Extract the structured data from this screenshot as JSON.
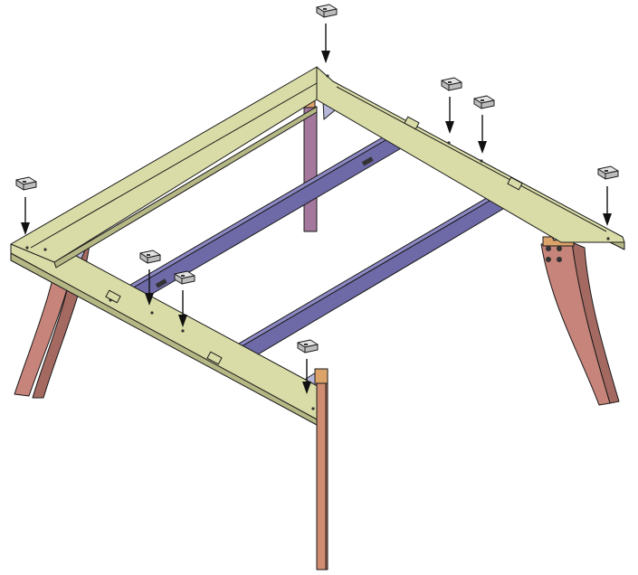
{
  "diagram": {
    "kind": "exploded assembly view",
    "colors": {
      "frame": "#d9dca6",
      "rail": "#8c88c4",
      "curved_leg": "#c7847a",
      "straight_leg": "#cf8c70",
      "purple_leg": "#a3789c",
      "leg_cap": "#dba36a",
      "block": "#e3e3e3",
      "arrow": "#111111"
    },
    "block_count": 8,
    "leg_count": 4
  }
}
